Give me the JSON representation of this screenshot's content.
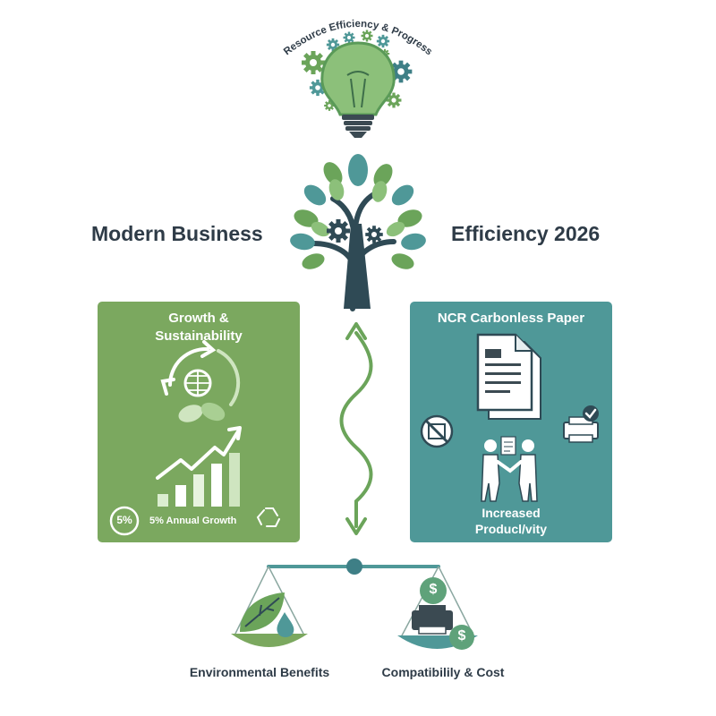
{
  "top_arc_text": "Resource Efficiency & Progress",
  "heading_left": "Modern Business",
  "heading_right": "Efficiency 2026",
  "left_panel": {
    "title_line1": "Growth &",
    "title_line2": "Sustainability",
    "percent_badge": "5%",
    "growth_label": "5% Annual Growth"
  },
  "right_panel": {
    "title": "NCR Carbonless Paper",
    "caption_line1": "Increased",
    "caption_line2": "Producl/vity"
  },
  "scale": {
    "left_label": "Environmental Benefits",
    "right_label": "Compatibilily & Cost",
    "dollar_symbol": "$"
  },
  "colors": {
    "green_panel": "#7ba85f",
    "teal_panel": "#4f9898",
    "teal_dark": "#3e7f86",
    "gray_dark": "#3b4a52",
    "leaf_green": "#6ba45a"
  }
}
